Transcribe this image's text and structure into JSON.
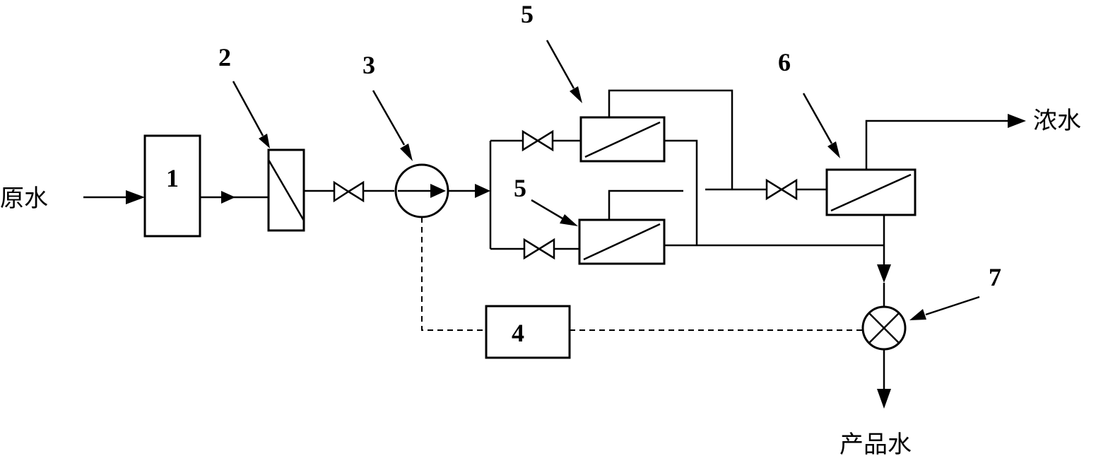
{
  "labels": {
    "raw_water": "原水",
    "concentrate": "浓水",
    "product_water": "产品水"
  },
  "units": {
    "unit_1": "1",
    "unit_2": "2",
    "unit_3": "3",
    "unit_4": "4",
    "unit_5_upper": "5",
    "unit_5_lower": "5",
    "unit_6": "6",
    "unit_7": "7"
  }
}
